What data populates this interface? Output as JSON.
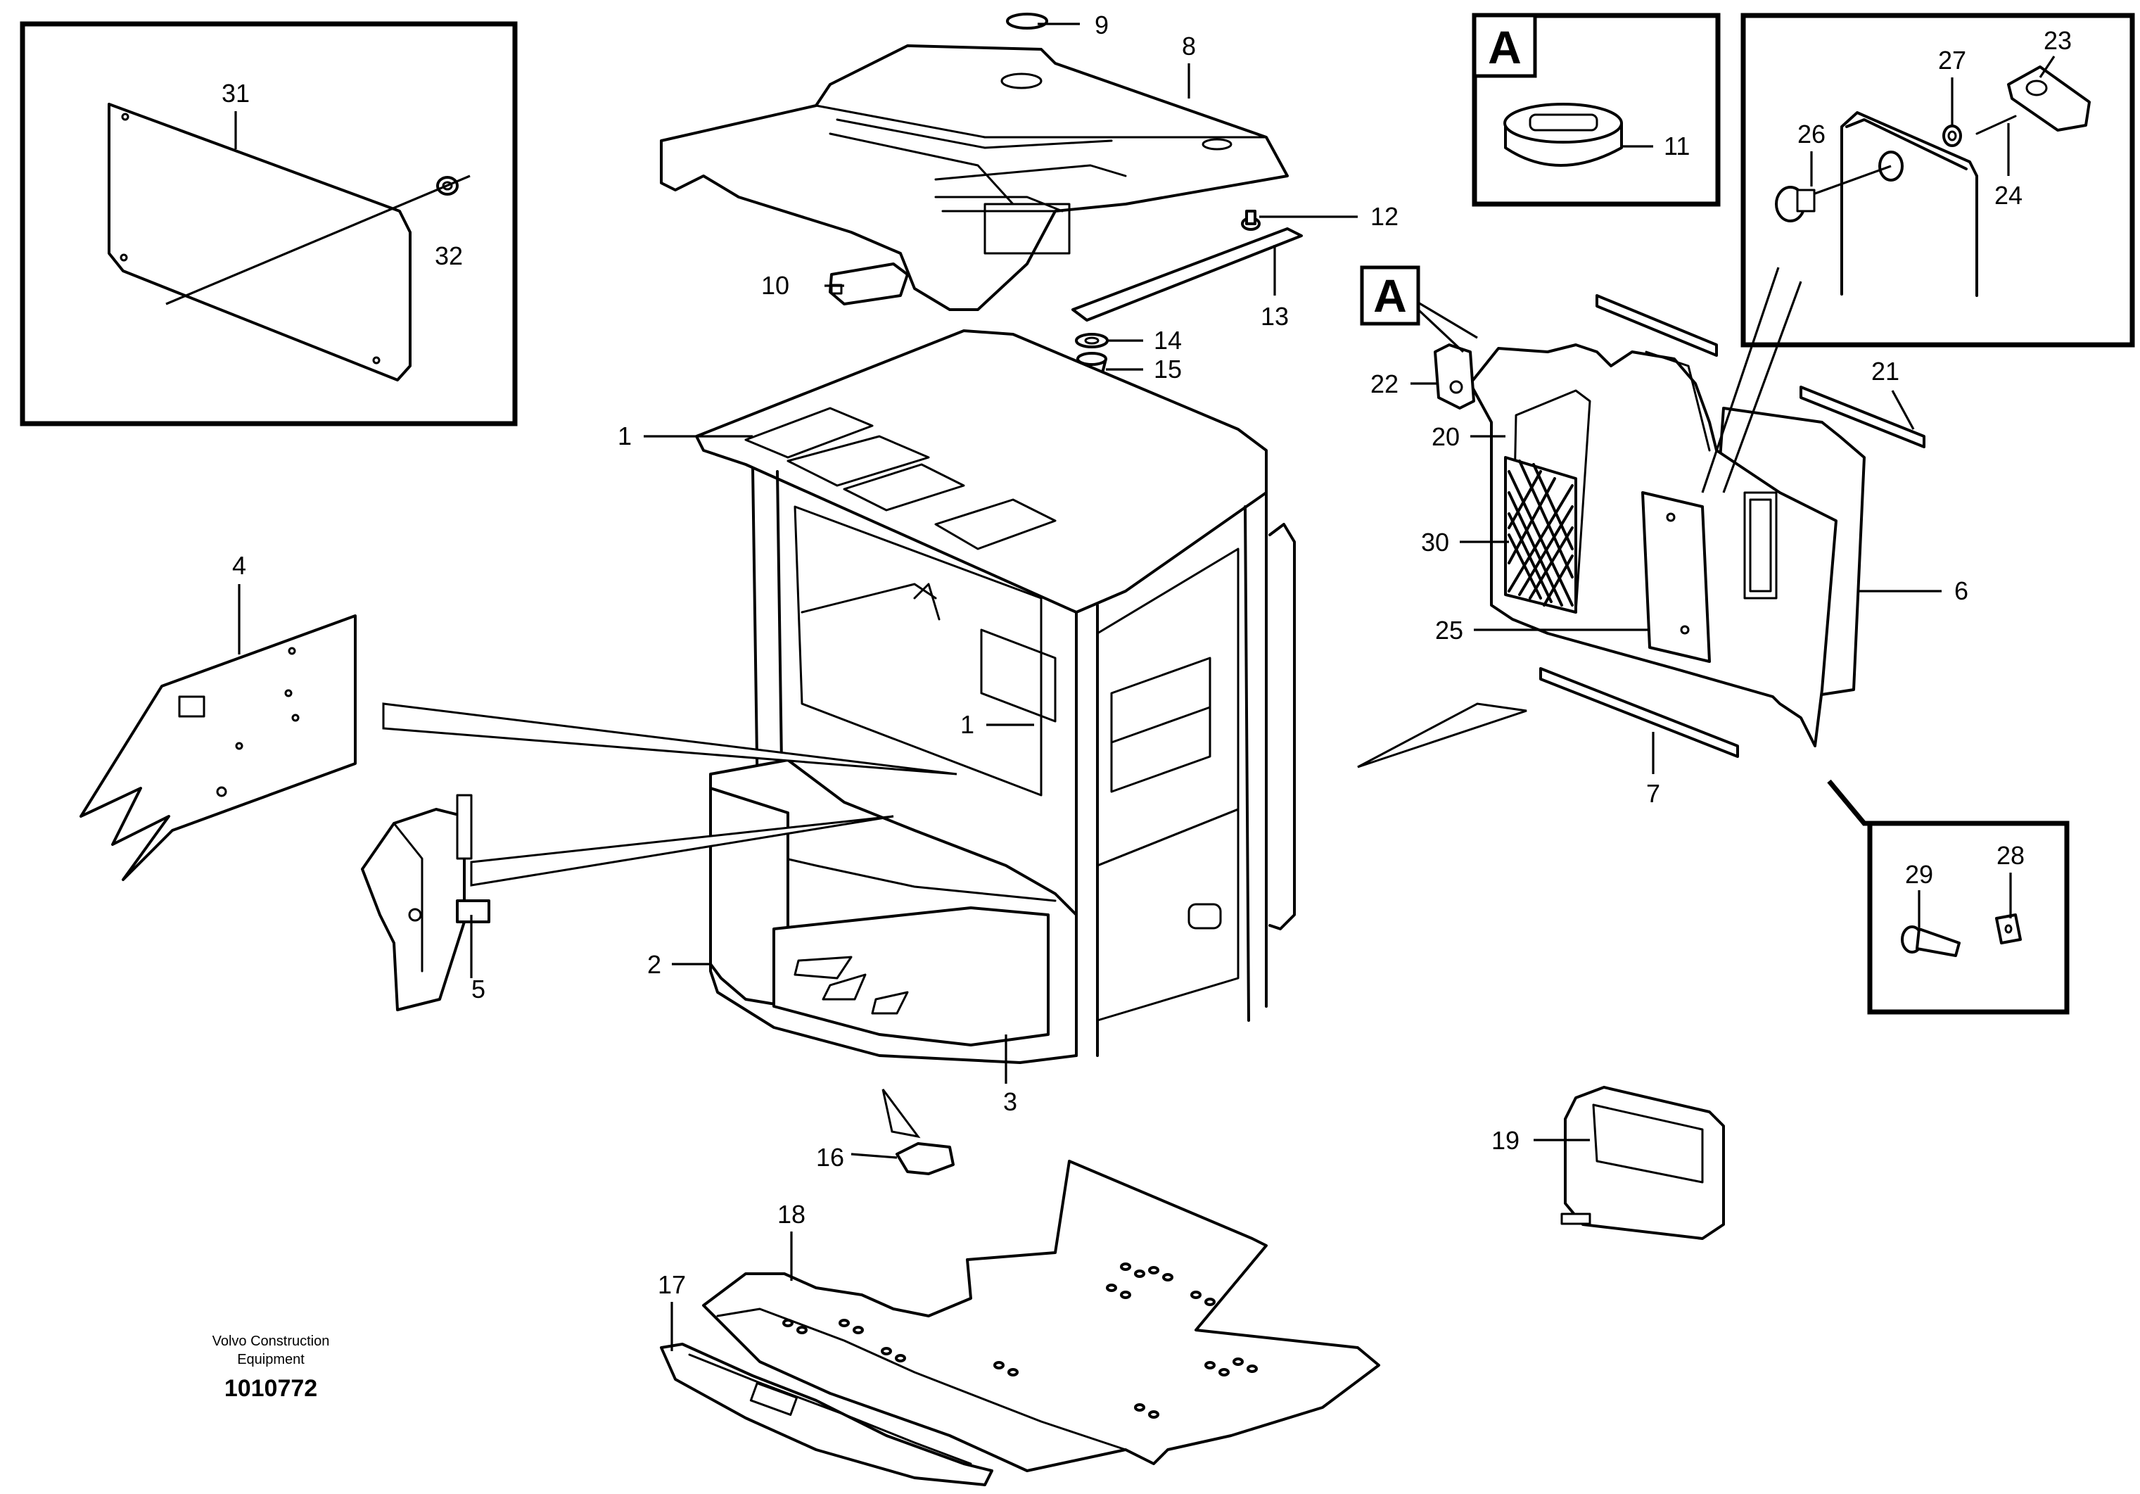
{
  "callouts": {
    "c1a": "1",
    "c1b": "1",
    "c2": "2",
    "c3": "3",
    "c4": "4",
    "c5": "5",
    "c6": "6",
    "c7": "7",
    "c8": "8",
    "c9": "9",
    "c10": "10",
    "c11": "11",
    "c12": "12",
    "c13": "13",
    "c14": "14",
    "c15": "15",
    "c16": "16",
    "c17": "17",
    "c18": "18",
    "c19": "19",
    "c20": "20",
    "c21": "21",
    "c22": "22",
    "c23": "23",
    "c24": "24",
    "c25": "25",
    "c26": "26",
    "c27": "27",
    "c28": "28",
    "c29": "29",
    "c30": "30",
    "c31": "31",
    "c32": "32"
  },
  "detail_labels": {
    "box_a": "A",
    "marker_a": "A"
  },
  "footer": {
    "company_line1": "Volvo Construction",
    "company_line2": "Equipment",
    "drawing_number": "1010772"
  }
}
